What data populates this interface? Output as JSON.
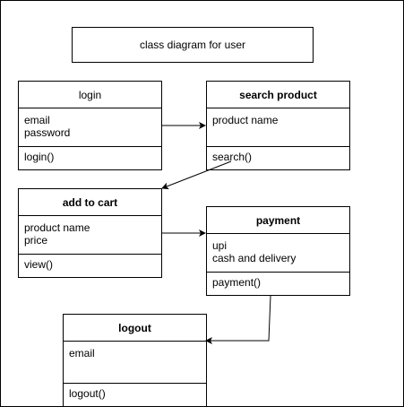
{
  "title": "class diagram for user",
  "classes": {
    "login": {
      "name": "login",
      "attributes": [
        "email",
        "password"
      ],
      "methods": [
        "login()"
      ]
    },
    "search_product": {
      "name": "search product",
      "attributes": [
        "product name"
      ],
      "methods": [
        "search()"
      ]
    },
    "add_to_cart": {
      "name": "add to cart",
      "attributes": [
        "product name",
        "price"
      ],
      "methods": [
        "view()"
      ]
    },
    "payment": {
      "name": "payment",
      "attributes": [
        "upi",
        "cash and delivery"
      ],
      "methods": [
        "payment()"
      ]
    },
    "logout": {
      "name": "logout",
      "attributes": [
        "email"
      ],
      "methods": [
        "logout()"
      ]
    }
  },
  "edges": [
    {
      "from": "login",
      "to": "search product"
    },
    {
      "from": "search product",
      "to": "add to cart"
    },
    {
      "from": "add to cart",
      "to": "payment"
    },
    {
      "from": "payment",
      "to": "logout"
    }
  ]
}
